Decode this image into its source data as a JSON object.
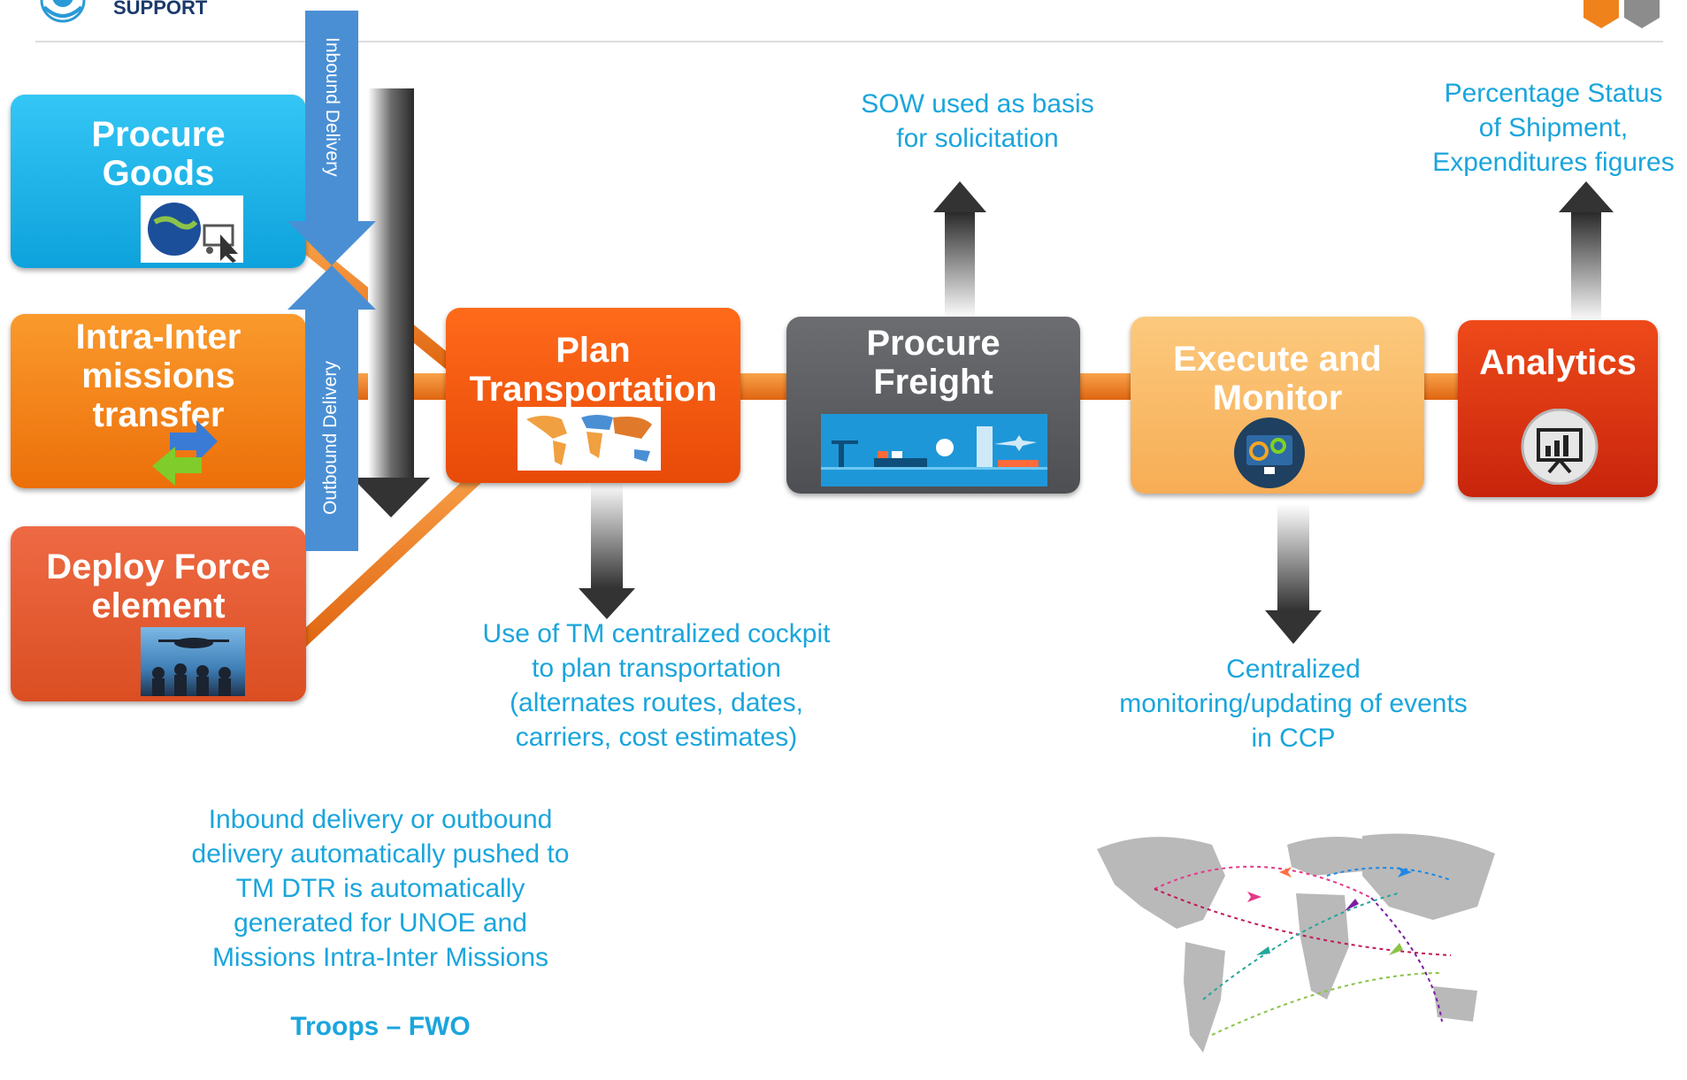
{
  "header": {
    "org_text": "SUPPORT"
  },
  "colors": {
    "cyan": "#1ab7ee",
    "orange": "#f47a0f",
    "red_orange": "#e55a2b",
    "dark_orange": "#f0500a",
    "grey": "#5a5c60",
    "peach": "#fbbf6a",
    "red": "#e0321a",
    "note_blue": "#1aa5dc",
    "inbound_blue": "#4a8fd4"
  },
  "sources": [
    {
      "title": "Procure\nGoods",
      "icon": "globe-cart-icon"
    },
    {
      "title": "Intra-Inter\nmissions\ntransfer",
      "icon": "transfer-arrows-icon"
    },
    {
      "title": "Deploy Force\nelement",
      "icon": "soldiers-photo"
    }
  ],
  "delivery": {
    "inbound": "Inbound Delivery",
    "outbound": "Outbound Delivery"
  },
  "process": [
    {
      "title": "Plan\nTransportation",
      "icon": "world-map-icon"
    },
    {
      "title": "Procure\nFreight",
      "icon": "freight-logistics-icon"
    },
    {
      "title": "Execute and\nMonitor",
      "icon": "monitor-gears-icon"
    },
    {
      "title": "Analytics",
      "icon": "presentation-chart-icon"
    }
  ],
  "notes": {
    "sow": "SOW used as basis\nfor solicitation",
    "percentage": "Percentage Status\nof  Shipment,\nExpenditures figures",
    "tm_cockpit": "Use of TM centralized cockpit\nto plan transportation\n(alternates routes, dates,\ncarriers, cost estimates)",
    "centralized": "Centralized\nmonitoring/updating  of events\nin CCP",
    "inbound_text": "Inbound delivery or outbound\ndelivery automatically pushed to\nTM DTR is automatically\ngenerated for UNOE and\nMissions Intra-Inter Missions",
    "inbound_bold": "Troops – FWO"
  },
  "map_icon": "world-flight-routes-map"
}
